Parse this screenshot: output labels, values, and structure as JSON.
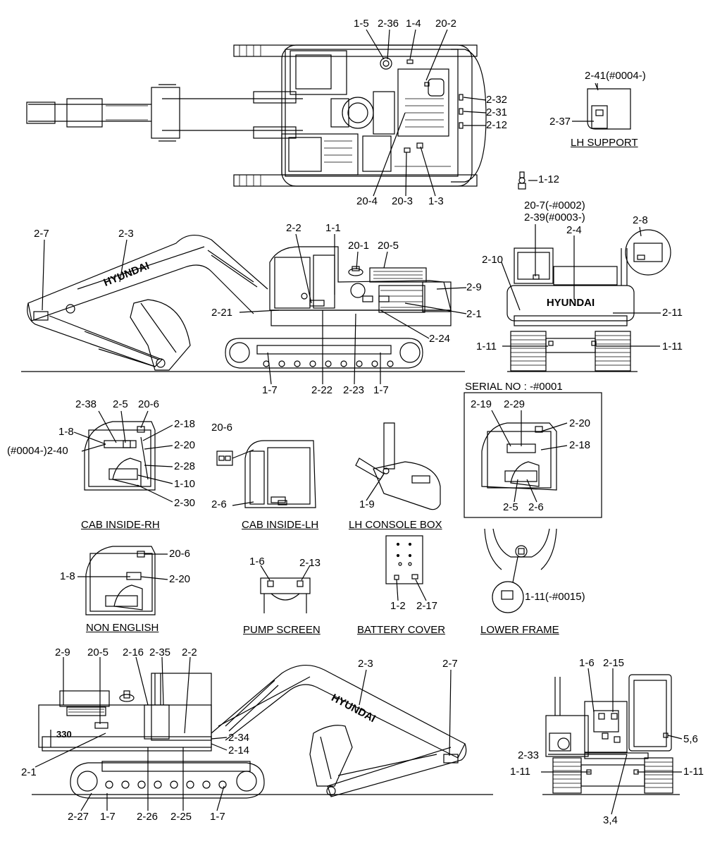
{
  "brand_text": "HYUNDAI",
  "sections": {
    "lh_support": "LH SUPPORT",
    "cab_inside_rh": "CAB INSIDE-RH",
    "cab_inside_lh": "CAB INSIDE-LH",
    "lh_console_box": "LH CONSOLE BOX",
    "non_english": "NON ENGLISH",
    "pump_screen": "PUMP SCREEN",
    "battery_cover": "BATTERY COVER",
    "lower_frame": "LOWER FRAME",
    "serial_no": "SERIAL NO : -#0001"
  },
  "labels": {
    "top_view": [
      "1-5",
      "2-36",
      "1-4",
      "20-2",
      "2-32",
      "2-31",
      "2-12",
      "20-4",
      "20-3",
      "1-3"
    ],
    "lh_support": [
      "2-41(#0004-)",
      "2-37"
    ],
    "misc": [
      "1-12"
    ],
    "side_view_lh": [
      "2-7",
      "2-3",
      "2-2",
      "1-1",
      "20-1",
      "20-5",
      "2-9",
      "2-1",
      "2-24",
      "2-21",
      "1-7",
      "2-22",
      "2-23",
      "1-7"
    ],
    "rear_view": [
      "20-7(-#0002)",
      "2-39(#0003-)",
      "2-4",
      "2-8",
      "2-10",
      "2-11",
      "1-11",
      "1-11"
    ],
    "cab_inside_rh": [
      "2-38",
      "2-5",
      "20-6",
      "2-18",
      "1-8",
      "(#0004-)2-40",
      "2-20",
      "2-28",
      "1-10",
      "2-30"
    ],
    "cab_inside_lh": [
      "20-6",
      "2-6"
    ],
    "lh_console_box": [
      "1-9"
    ],
    "serial_box": [
      "2-19",
      "2-29",
      "2-20",
      "2-18",
      "2-5",
      "2-6"
    ],
    "non_english": [
      "20-6",
      "1-8",
      "2-20"
    ],
    "pump_screen": [
      "1-6",
      "2-13"
    ],
    "battery_cover": [
      "1-2",
      "2-17"
    ],
    "lower_frame": [
      "1-11(-#0015)"
    ],
    "side_view_rh": [
      "2-9",
      "20-5",
      "2-16",
      "2-35",
      "2-2",
      "2-3",
      "2-7",
      "2-34",
      "2-14",
      "2-1",
      "2-27",
      "1-7",
      "2-26",
      "2-25",
      "1-7"
    ],
    "front_view": [
      "1-6",
      "2-15",
      "5,6",
      "2-33",
      "1-11",
      "1-11",
      "3,4"
    ]
  }
}
